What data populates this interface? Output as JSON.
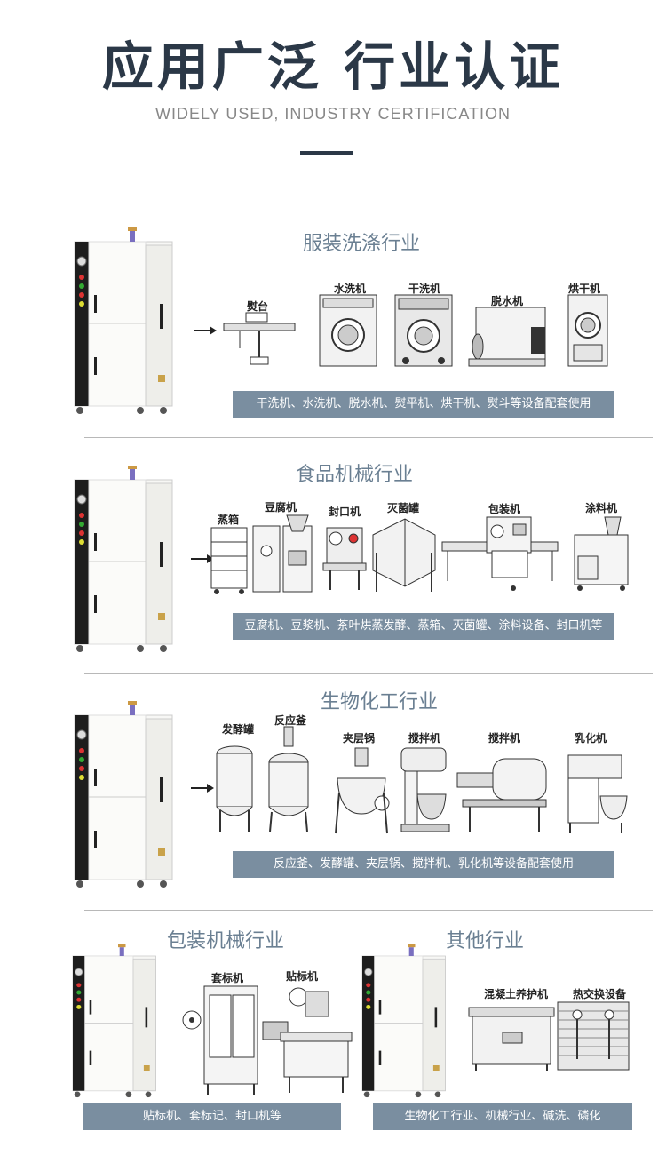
{
  "header": {
    "title": "应用广泛 行业认证",
    "subtitle": "WIDELY USED, INDUSTRY CERTIFICATION"
  },
  "sections": [
    {
      "title": "服装洗涤行业",
      "machines": [
        "熨台",
        "水洗机",
        "干洗机",
        "脱水机",
        "烘干机"
      ],
      "banner": "干洗机、水洗机、脱水机、熨平机、烘干机、熨斗等设备配套使用"
    },
    {
      "title": "食品机械行业",
      "machines": [
        "蒸箱",
        "豆腐机",
        "封口机",
        "灭菌罐",
        "包装机",
        "涂料机"
      ],
      "banner": "豆腐机、豆浆机、茶叶烘蒸发酵、蒸箱、灭菌罐、涂料设备、封口机等"
    },
    {
      "title": "生物化工行业",
      "machines": [
        "发酵罐",
        "反应釜",
        "夹层锅",
        "搅拌机",
        "搅拌机",
        "乳化机"
      ],
      "banner": "反应釜、发酵罐、夹层锅、搅拌机、乳化机等设备配套使用"
    },
    {
      "title": "包装机械行业",
      "machines": [
        "套标机",
        "贴标机"
      ],
      "banner": "贴标机、套标记、封口机等"
    },
    {
      "title": "其他行业",
      "machines": [
        "混凝土养护机",
        "热交换设备"
      ],
      "banner": "生物化工行业、机械行业、碱洗、磷化"
    }
  ],
  "colors": {
    "title": "#2b3847",
    "section_title": "#6a7f92",
    "banner": "#7a8ea0"
  },
  "icons": [
    "steam-generator-icon",
    "arrow-right-icon"
  ]
}
